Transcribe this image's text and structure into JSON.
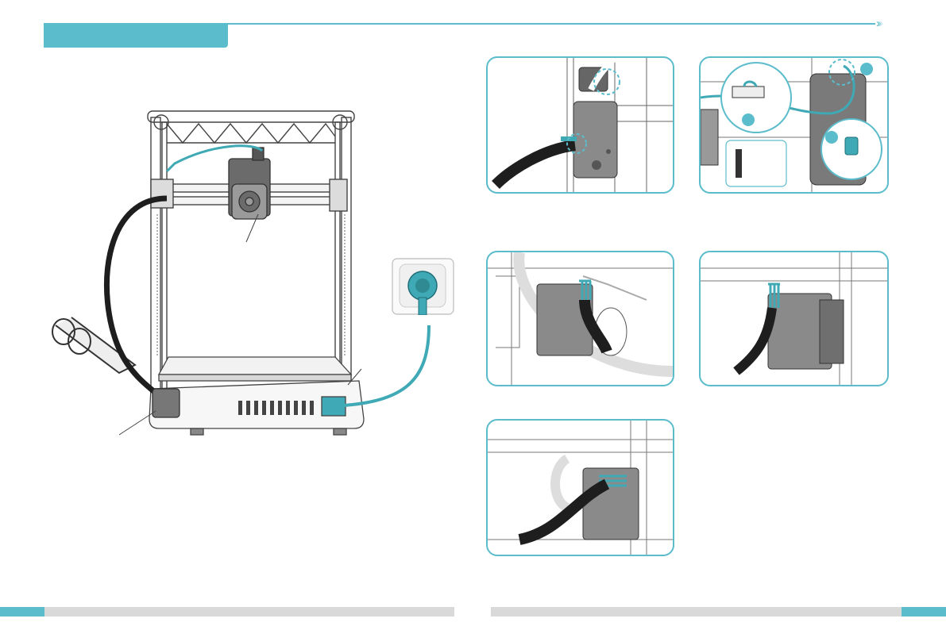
{
  "header": {
    "arrow_icon": "chevron-right-icon"
  },
  "colors": {
    "accent": "#5bbccb",
    "footer_gray": "#d9d9d9",
    "cable_black": "#1e1e1e",
    "cable_teal": "#3fa9b5"
  },
  "illustrations": {
    "main_printer": "3d-printer-front-view",
    "power_plug": "power-plug-in-socket",
    "step_panels": [
      "printhead-cable-connector",
      "mainboard-connector-zoom",
      "z-axis-left-motor-cable",
      "z-axis-right-motor-cable",
      "y-axis-motor-cable"
    ]
  }
}
